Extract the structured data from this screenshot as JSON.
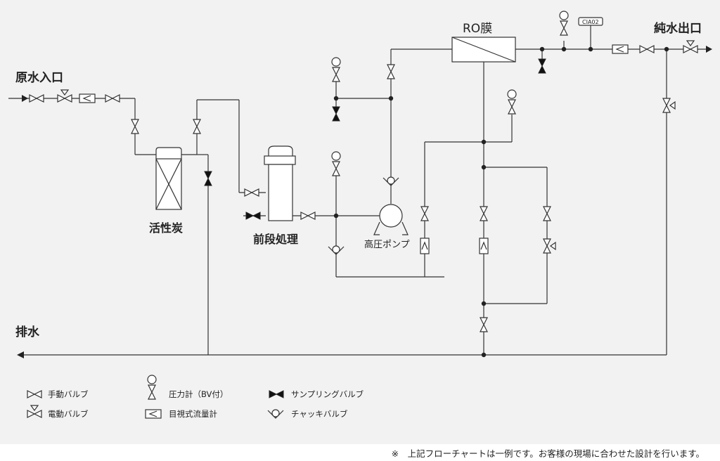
{
  "labels": {
    "raw_water_inlet": "原水入口",
    "pure_water_outlet": "純水出口",
    "ro_membrane": "RO膜",
    "activated_carbon": "活性炭",
    "pretreatment": "前段処理",
    "high_pressure_pump": "高圧ポンプ",
    "drain": "排水",
    "instrument_tag": "CIA02"
  },
  "legend": [
    {
      "symbol": "manual-valve",
      "label": "手動バルブ"
    },
    {
      "symbol": "motorized-valve",
      "label": "電動バルブ"
    },
    {
      "symbol": "pressure-gauge",
      "label": "圧力計（BV付）"
    },
    {
      "symbol": "flowmeter",
      "label": "目視式流量計"
    },
    {
      "symbol": "sampling-valve",
      "label": "サンプリングバルブ"
    },
    {
      "symbol": "check-valve",
      "label": "チャッキバルブ"
    }
  ],
  "footnote": "※　上記フローチャートは一例です。お客様の現場に合わせた設計を行います。"
}
